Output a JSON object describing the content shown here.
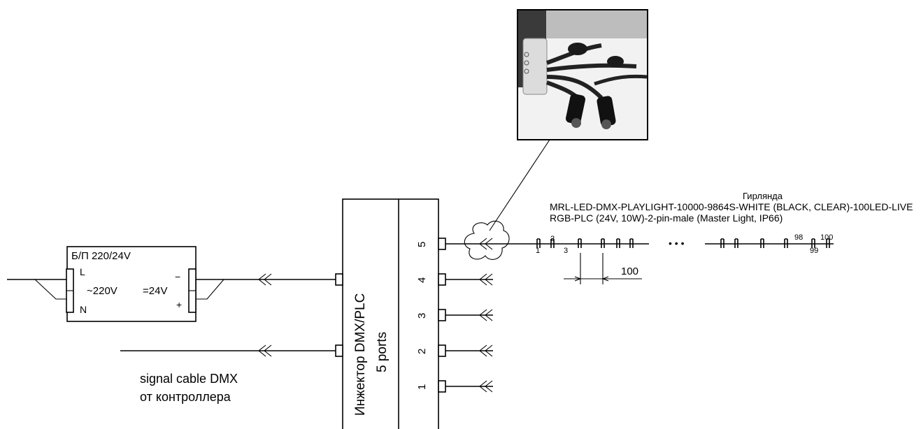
{
  "power_supply": {
    "title": "Б/П 220/24V",
    "terminal_l": "L",
    "terminal_n": "N",
    "input_voltage": "~220V",
    "output_voltage": "=24V",
    "minus": "−",
    "plus": "+"
  },
  "injector": {
    "title": "Инжектор DMX/PLC",
    "subtitle": "5 ports",
    "ports": [
      "5",
      "4",
      "3",
      "2",
      "1"
    ]
  },
  "signal_cable": {
    "line1": "signal cable DMX",
    "line2": "от контроллера"
  },
  "garland": {
    "title": "Гирлянда",
    "model_line1": "MRL-LED-DMX-PLAYLIGHT-10000-9864S-WHITE (BLACK, CLEAR)-100LED-LIVE",
    "model_line2": "RGB-PLC (24V, 10W)-2-pin-male (Master Light, IP66)",
    "led_labels": [
      "1",
      "2",
      "3",
      "98",
      "99",
      "100"
    ],
    "ellipsis": "• • •",
    "spacing": "100"
  },
  "photo": {
    "icon": "connector-photo"
  }
}
